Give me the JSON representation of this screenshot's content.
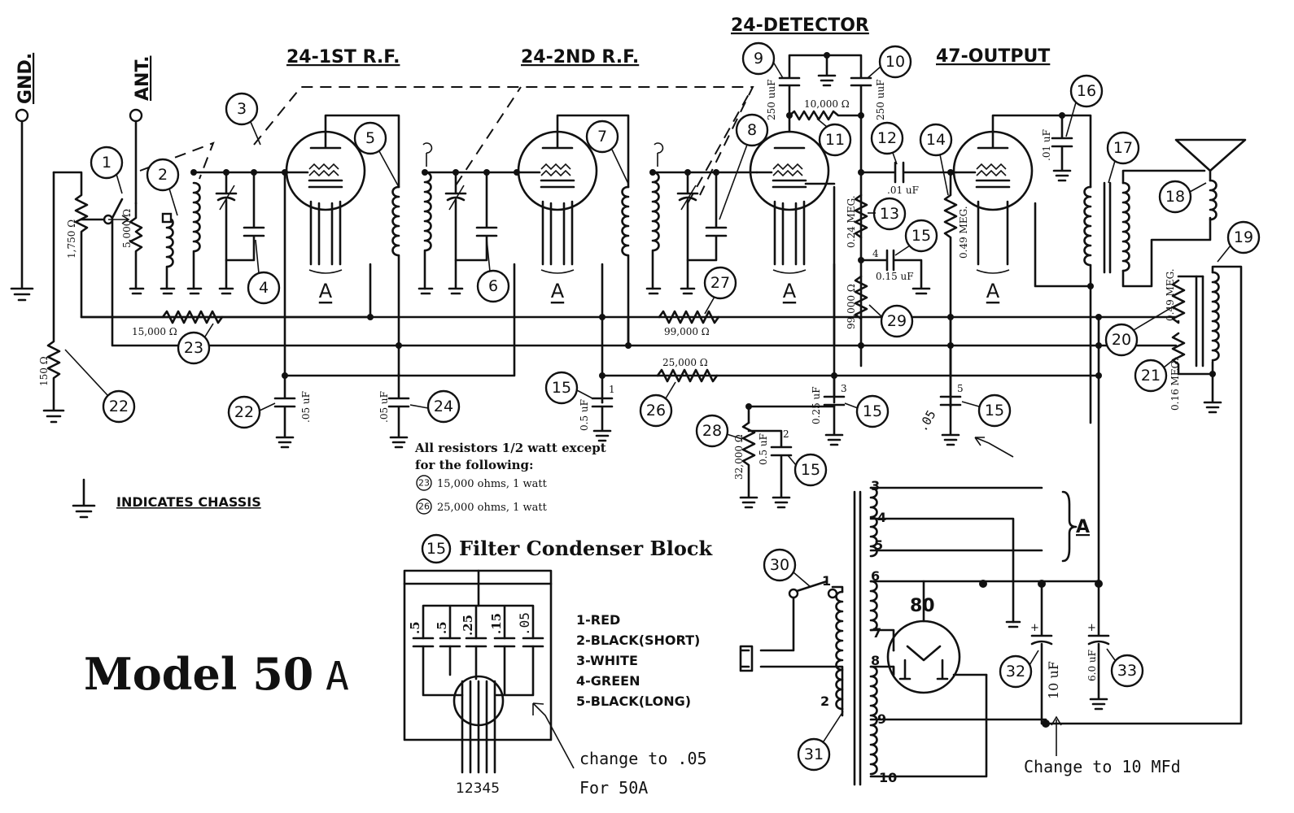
{
  "headings": {
    "gnd": "GND.",
    "ant": "ANT.",
    "rf1": "24-1ST R.F.",
    "rf2": "24-2ND R.F.",
    "detector": "24-DETECTOR",
    "output": "47-OUTPUT"
  },
  "tube_labels": {
    "a1": "A",
    "a2": "A",
    "a3": "A",
    "a4": "A",
    "rect": "80"
  },
  "component_numbers": [
    "1",
    "2",
    "3",
    "4",
    "5",
    "6",
    "7",
    "8",
    "9",
    "10",
    "11",
    "12",
    "13",
    "14",
    "15",
    "16",
    "17",
    "18",
    "19",
    "20",
    "21",
    "22",
    "23",
    "24",
    "26",
    "27",
    "28",
    "29",
    "30",
    "31",
    "32",
    "33"
  ],
  "values": {
    "r1750": "1,750 Ω",
    "r5000": "5,000 Ω",
    "r15000": "15,000 Ω",
    "r150": "150 Ω",
    "c05a": ".05 uF",
    "c05b": ".05 uF",
    "c250a": "250 uuF",
    "c250b": "250 uuF",
    "r10000": "10,000 Ω",
    "c01a": ".01 uF",
    "c01b": ".01 uF",
    "r024": "0.24 MEG.",
    "r049a": "0.49 MEG.",
    "r049b": "0.49 MEG.",
    "r016": "0.16 MEG.",
    "c015": "0.15 uF",
    "r99000a": "99,000 Ω",
    "r99000b": "99,000 Ω",
    "r25000": "25,000 Ω",
    "r32000": "32,000 Ω",
    "c05uf1": "0.5 uF",
    "c05uf2": "0.5 uF",
    "c025": "0.25 uF",
    "c10uf": "10 uF",
    "c6uf": "6.0 uF",
    "tap4": "4",
    "tap1": "1",
    "tap2": "2",
    "tap3": "3",
    "tap5": "5",
    "hand05": ".05"
  },
  "resistor_note": {
    "title1": "All resistors 1/2 watt except",
    "title2": "for the following:",
    "item23_num": "23",
    "item23": "15,000 ohms, 1 watt",
    "item26_num": "26",
    "item26": "25,000 ohms, 1 watt"
  },
  "chassis_legend": "INDICATES CHASSIS",
  "model": {
    "name": "Model 50",
    "suffix": "A"
  },
  "filter_block": {
    "num": "15",
    "title": "Filter Condenser Block",
    "caps": [
      ".5",
      ".5",
      ".25",
      ".15",
      ".05"
    ],
    "pins": "12345"
  },
  "color_code": [
    "1-RED",
    "2-BLACK(SHORT)",
    "3-WHITE",
    "4-GREEN",
    "5-BLACK(LONG)"
  ],
  "transformer_taps": [
    "1",
    "2",
    "3",
    "4",
    "5",
    "6",
    "7",
    "8",
    "9",
    "10"
  ],
  "heater_label": "A",
  "handwritten": {
    "change05_line1": "change to .05",
    "change05_line2": "For 50A",
    "change10": "Change to 10 MFd"
  }
}
